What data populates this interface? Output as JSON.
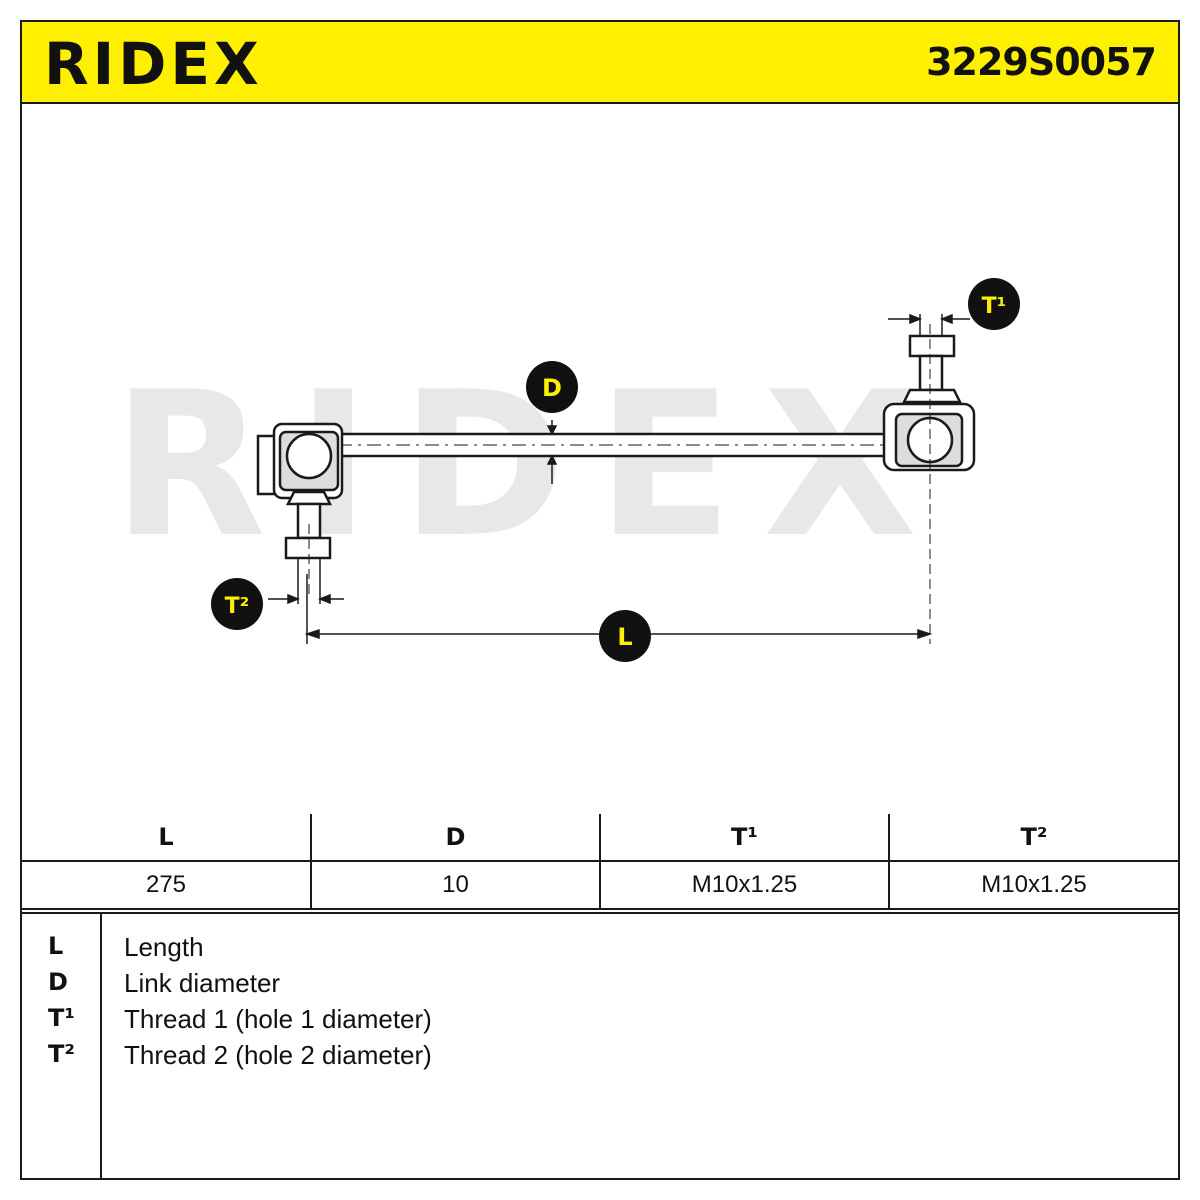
{
  "header": {
    "brand": "RIDEX",
    "part_number": "3229S0057"
  },
  "drawing": {
    "watermark": "RIDEX",
    "callouts": {
      "D": "D",
      "L": "L",
      "T1": "T¹",
      "T2": "T²"
    }
  },
  "spec_table": {
    "headers": [
      "L",
      "D",
      "T¹",
      "T²"
    ],
    "values": [
      "275",
      "10",
      "M10x1.25",
      "M10x1.25"
    ]
  },
  "legend": [
    {
      "symbol": "L",
      "text": "Length"
    },
    {
      "symbol": "D",
      "text": "Link diameter"
    },
    {
      "symbol": "T¹",
      "text": "Thread 1 (hole 1 diameter)"
    },
    {
      "symbol": "T²",
      "text": "Thread 2 (hole 2 diameter)"
    }
  ],
  "colors": {
    "brand_yellow": "#ffef00",
    "line": "#1a1a1a",
    "watermark": "#e6e6e6"
  }
}
